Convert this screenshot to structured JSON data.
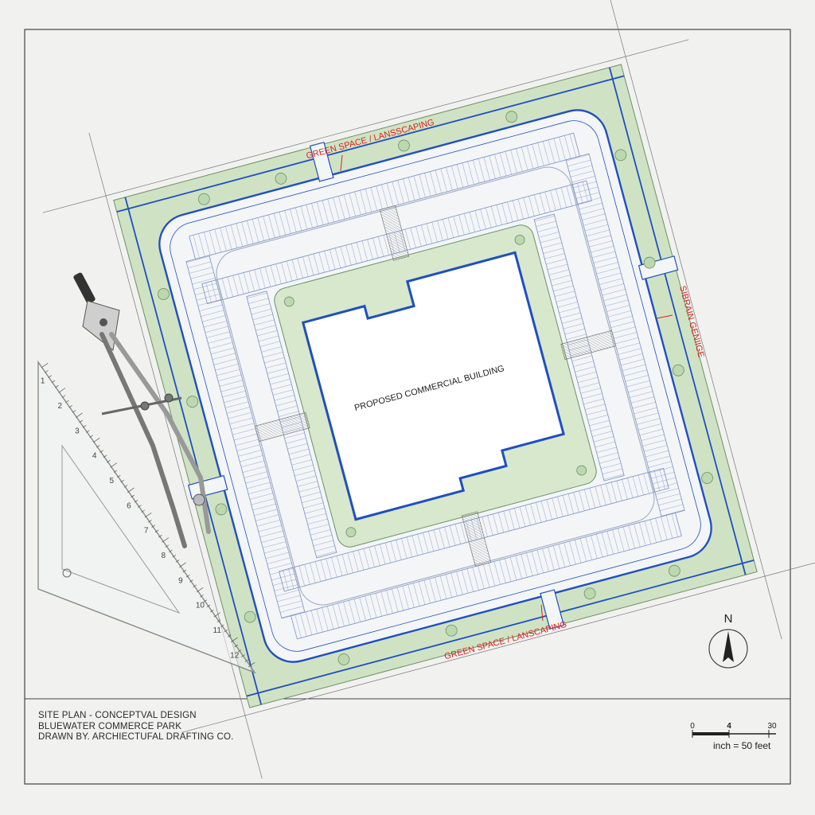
{
  "plan": {
    "building_label": "PROPOSED COMMERCIAL BUILDING",
    "annotations": {
      "green_top": "GREEN SPACE / LANSSCAPING",
      "green_bottom": "GREEN SPACE / LANSCAPING",
      "green_right": "SIBRAIN GENIIGE"
    },
    "north_label": "N"
  },
  "title_block": {
    "line1": "SITE PLAN - CONCEPTVAL DESIGN",
    "line2": "BLUEWATER COMMERCE PARK",
    "line3": "DRAWN BY. ARCHIECTUFAL DRAFTING CO."
  },
  "scale_bar": {
    "ticks": [
      "0",
      "4",
      "30"
    ],
    "label": "inch = 50 feet"
  },
  "tools": {
    "triangle_ruler_numbers": [
      "1",
      "2",
      "3",
      "4",
      "5",
      "6",
      "7",
      "8",
      "9",
      "10",
      "11",
      "12"
    ]
  },
  "colors": {
    "paper": "#f1f1f0",
    "green_space": "#cfe3c4",
    "plan_blue": "#1f4fbf",
    "annotation_red": "#d8231c",
    "pencil": "#555555"
  }
}
